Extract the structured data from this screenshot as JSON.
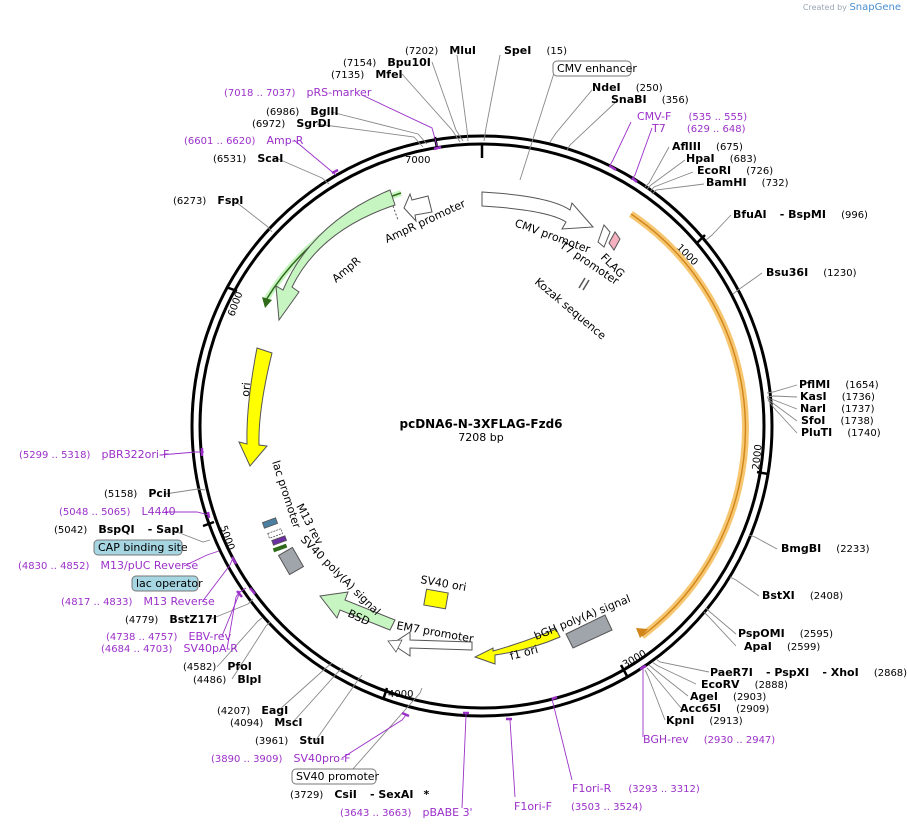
{
  "credit": {
    "prefix": "Created by",
    "brand": "SnapGene"
  },
  "plasmid": {
    "name": "pcDNA6-N-3XFLAG-Fzd6",
    "size": "7208 bp"
  },
  "ticks": [
    "1000",
    "2000",
    "3000",
    "4000",
    "5000",
    "6000",
    "7000"
  ],
  "sites": {
    "mlui": {
      "name": "MluI",
      "pos": "(7202)"
    },
    "spei": {
      "name": "SpeI",
      "pos": "(15)"
    },
    "bpu10i": {
      "name": "Bpu10I",
      "pos": "(7154)"
    },
    "mfei": {
      "name": "MfeI",
      "pos": "(7135)"
    },
    "ndei": {
      "name": "NdeI",
      "pos": "(250)"
    },
    "snabi": {
      "name": "SnaBI",
      "pos": "(356)"
    },
    "bglii": {
      "name": "BglII",
      "pos": "(6986)"
    },
    "sgrdi": {
      "name": "SgrDI",
      "pos": "(6972)"
    },
    "scai": {
      "name": "ScaI",
      "pos": "(6531)"
    },
    "afliii": {
      "name": "AflIII",
      "pos": "(675)"
    },
    "hpai": {
      "name": "HpaI",
      "pos": "(683)"
    },
    "ecori": {
      "name": "EcoRI",
      "pos": "(726)"
    },
    "bamhi": {
      "name": "BamHI",
      "pos": "(732)"
    },
    "fspi": {
      "name": "FspI",
      "pos": "(6273)"
    },
    "bfuai": {
      "name": "BfuAI",
      "sep": "- ",
      "name2": "BspMI",
      "pos": "(996)"
    },
    "bsu36i": {
      "name": "Bsu36I",
      "pos": "(1230)"
    },
    "pflmi": {
      "name": "PflMI",
      "pos": "(1654)"
    },
    "kasi": {
      "name": "KasI",
      "pos": "(1736)"
    },
    "nari": {
      "name": "NarI",
      "pos": "(1737)"
    },
    "sfoi": {
      "name": "SfoI",
      "pos": "(1738)"
    },
    "pluti": {
      "name": "PluTI",
      "pos": "(1740)"
    },
    "pcii": {
      "name": "PciI",
      "pos": "(5158)"
    },
    "bspqi": {
      "name": "BspQI",
      "sep": "- ",
      "name2": "SapI",
      "pos": "(5042)"
    },
    "bmgbi": {
      "name": "BmgBI",
      "pos": "(2233)"
    },
    "bstxi": {
      "name": "BstXI",
      "pos": "(2408)"
    },
    "bstz17i": {
      "name": "BstZ17I",
      "pos": "(4779)"
    },
    "pspomi": {
      "name": "PspOMI",
      "pos": "(2595)"
    },
    "apai": {
      "name": "ApaI",
      "pos": "(2599)"
    },
    "pfoi": {
      "name": "PfoI",
      "pos": "(4582)"
    },
    "blpi": {
      "name": "BlpI",
      "pos": "(4486)"
    },
    "paer7i": {
      "name": "PaeR7I",
      "sep1": "- ",
      "name2": "PspXI",
      "sep2": "- ",
      "name3": "XhoI",
      "pos": "(2868)"
    },
    "ecorv": {
      "name": "EcoRV",
      "pos": "(2888)"
    },
    "agei": {
      "name": "AgeI",
      "pos": "(2903)"
    },
    "acc65i": {
      "name": "Acc65I",
      "pos": "(2909)"
    },
    "kpni": {
      "name": "KpnI",
      "pos": "(2913)"
    },
    "eagi": {
      "name": "EagI",
      "pos": "(4207)"
    },
    "msci": {
      "name": "MscI",
      "pos": "(4094)"
    },
    "stui": {
      "name": "StuI",
      "pos": "(3961)"
    },
    "csii": {
      "name": "CsiI",
      "sep": "- ",
      "name2": "SexAI",
      "star": "*",
      "pos": "(3729)"
    }
  },
  "primers": {
    "prs_marker": {
      "name": "pRS-marker",
      "range": "(7018 .. 7037)"
    },
    "amp_r": {
      "name": "Amp-R",
      "range": "(6601 .. 6620)"
    },
    "cmv_f": {
      "name": "CMV-F",
      "range": "(535 .. 555)"
    },
    "t7": {
      "name": "T7",
      "range": "(629 .. 648)"
    },
    "pbr322ori_f": {
      "name": "pBR322ori-F",
      "range": "(5299 .. 5318)"
    },
    "l4440": {
      "name": "L4440",
      "range": "(5048 .. 5065)"
    },
    "m13_puc_rev": {
      "name": "M13/pUC Reverse",
      "range": "(4830 .. 4852)"
    },
    "m13_reverse": {
      "name": "M13 Reverse",
      "range": "(4817 .. 4833)"
    },
    "ebv_rev": {
      "name": "EBV-rev",
      "range": "(4738 .. 4757)"
    },
    "sv40pa_r": {
      "name": "SV40pA-R",
      "range": "(4684 .. 4703)"
    },
    "bgh_rev": {
      "name": "BGH-rev",
      "range": "(2930 .. 2947)"
    },
    "sv40pro_f": {
      "name": "SV40pro-F",
      "range": "(3890 .. 3909)"
    },
    "f1ori_r": {
      "name": "F1ori-R",
      "range": "(3293 .. 3312)"
    },
    "f1ori_f": {
      "name": "F1ori-F",
      "range": "(3503 .. 3524)"
    },
    "pbabe3": {
      "name": "pBABE 3'",
      "range": "(3643 .. 3663)"
    }
  },
  "boxed": {
    "cmv_enhancer": "CMV enhancer",
    "cap_site": "CAP binding site",
    "lac_operator": "lac operator",
    "sv40_promoter": "SV40 promoter"
  },
  "features": {
    "cmv_promoter": "CMV promoter",
    "t7_promoter": "T7 promoter",
    "flag": "FLAG",
    "kozak": "Kozak sequence",
    "ampr_promoter": "AmpR promoter",
    "ampr": "AmpR",
    "ori": "ori",
    "lac_promoter": "lac promoter",
    "m13_rev": "M13 rev",
    "sv40_polya": "SV40 poly(A) signal",
    "bsd": "BSD",
    "sv40_ori": "SV40 ori",
    "em7_promoter": "EM7 promoter",
    "f1_ori": "f1 ori",
    "bgh_polya": "bGH poly(A) signal"
  },
  "colors": {
    "primer": "#9b30c8",
    "ori": "#ffff00",
    "ampr": "#c7f5c1",
    "promoter": "#ffffff",
    "polya": "#a0a4ab",
    "fzd6_orf": "#f7c671",
    "cap_box": "#a6d6e2",
    "credit_brand": "#4a8fd0"
  }
}
